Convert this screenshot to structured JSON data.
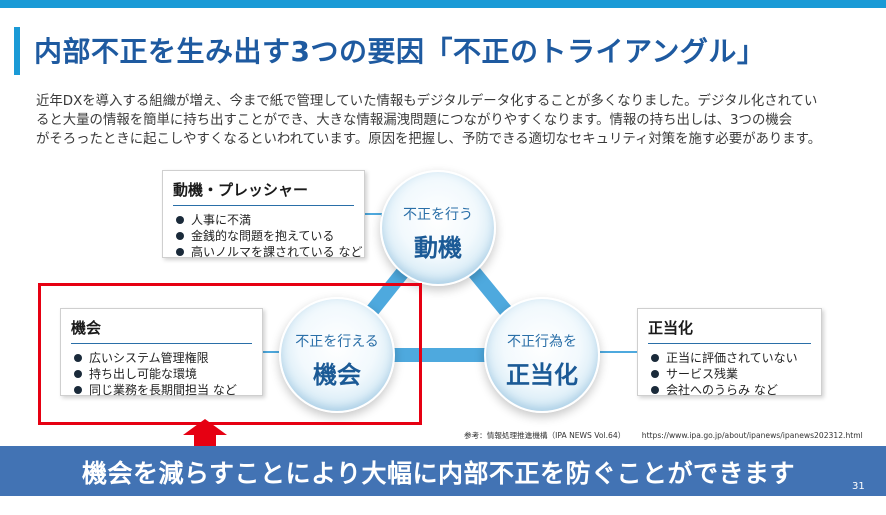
{
  "title": "内部不正を生み出す3つの要因「不正のトライアングル」",
  "intro": [
    "近年DXを導入する組織が増え、今まで紙で管理していた情報もデジタルデータ化することが多くなりました。デジタル化されてい",
    "ると大量の情報を簡単に持ち出すことができ、大きな情報漏洩問題につながりやすくなります。情報の持ち出しは、3つの機会",
    "がそろったときに起こしやすくなるといわれています。原因を把握し、予防できる適切なセキュリティ対策を施す必要があります。"
  ],
  "triangle": {
    "motive": {
      "small": "不正を行う",
      "big": "動機"
    },
    "opportunity": {
      "small": "不正を行える",
      "big": "機会"
    },
    "justification": {
      "small": "不正行為を",
      "big": "正当化"
    }
  },
  "boxes": {
    "motive": {
      "title": "動機・プレッシャー",
      "items": [
        "人事に不満",
        "金銭的な問題を抱えている",
        "高いノルマを課されている など"
      ]
    },
    "opportunity": {
      "title": "機会",
      "items": [
        "広いシステム管理権限",
        "持ち出し可能な環境",
        "同じ業務を長期間担当 など"
      ]
    },
    "justification": {
      "title": "正当化",
      "items": [
        "正当に評価されていない",
        "サービス残業",
        "会社へのうらみ など"
      ]
    }
  },
  "source": {
    "label": "参考：情報処理推進機構（IPA NEWS Vol.64）",
    "url": "https://www.ipa.go.jp/about/ipanews/ipanews202312.html"
  },
  "banner": "機会を減らすことにより大幅に内部不正を防ぐことができます",
  "page_number": "31",
  "colors": {
    "accent": "#1a9ad6",
    "title": "#1e5aa0",
    "highlight": "#e60012",
    "banner": "#4273b4",
    "connector": "#4ea9de"
  }
}
